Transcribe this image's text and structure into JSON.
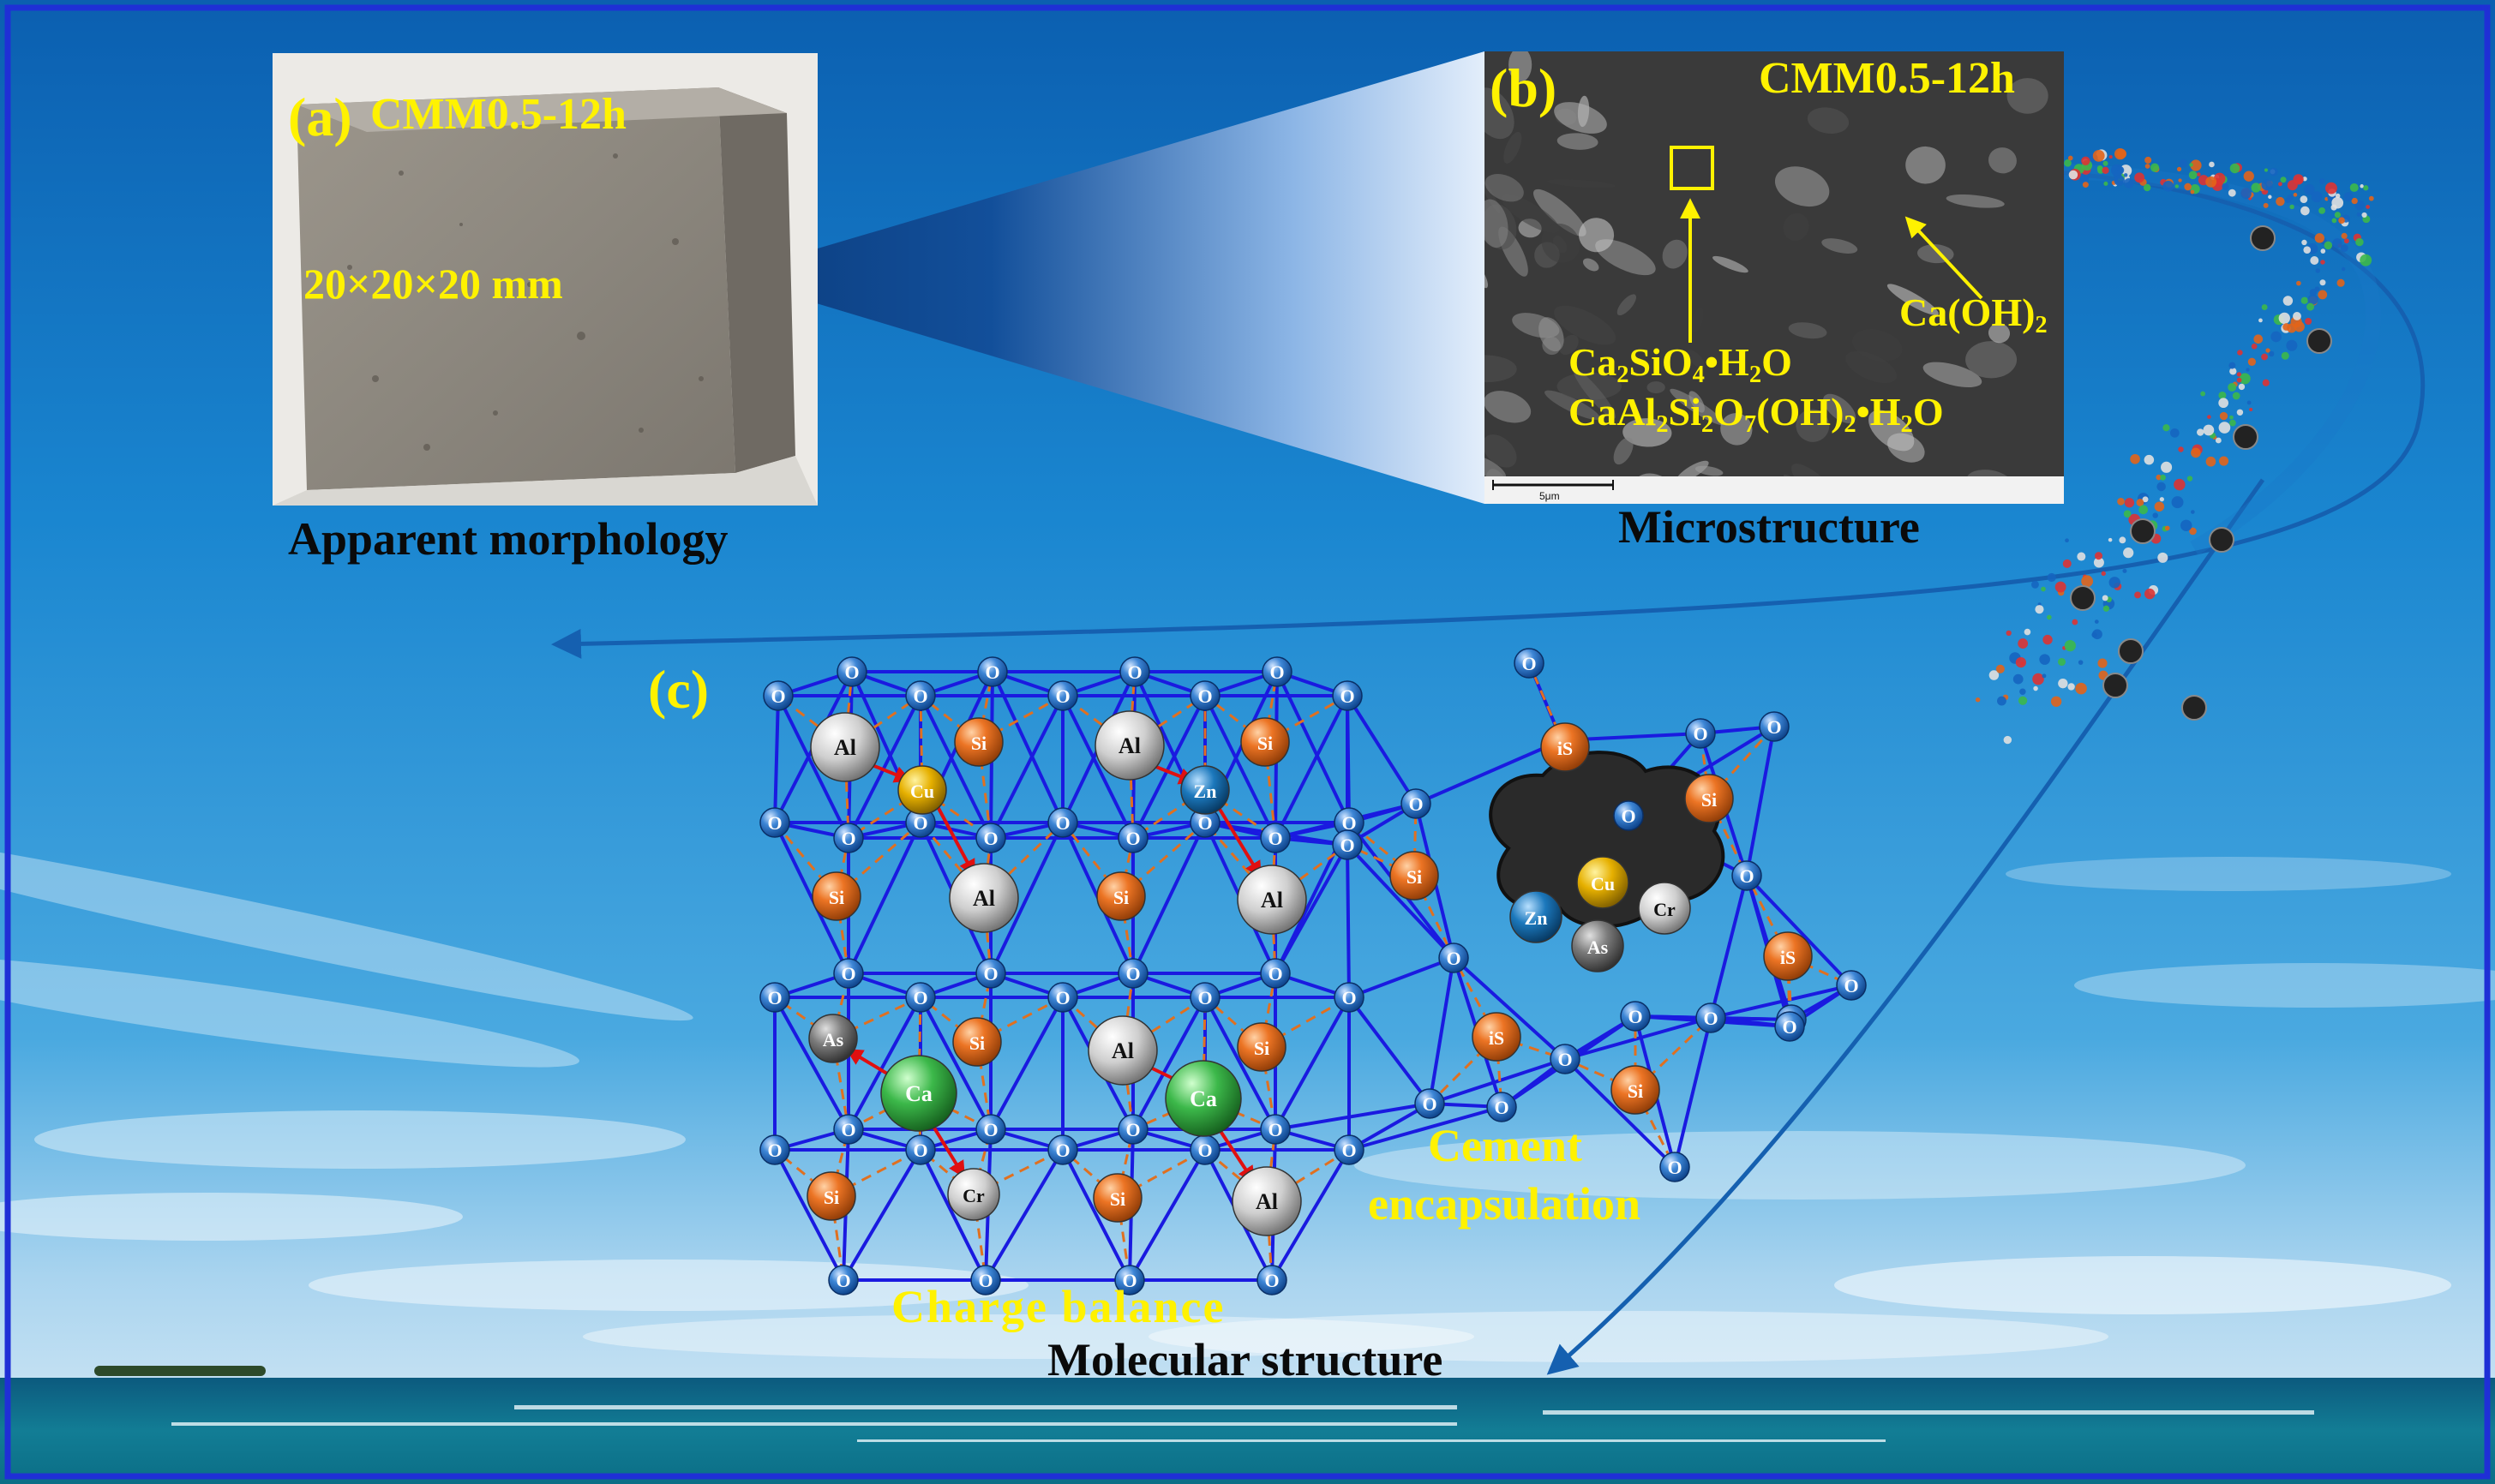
{
  "panel_a": {
    "tag": "(a)",
    "sample": "CMM0.5-12h",
    "dimension": "20×20×20 mm",
    "caption": "Apparent morphology"
  },
  "panel_b": {
    "tag": "(b)",
    "sample": "CMM0.5-12h",
    "scale_bar": "5μm",
    "phase_1_parts": [
      "Ca",
      "2",
      "SiO",
      "4",
      "•H",
      "2",
      "O"
    ],
    "phase_2_parts": [
      "CaAl",
      "2",
      "Si",
      "2",
      "O",
      "7",
      "(OH)",
      "2",
      "•H",
      "2",
      "O"
    ],
    "portlandite_parts": [
      "Ca(OH)",
      "2"
    ],
    "caption": "Microstructure"
  },
  "panel_c": {
    "tag": "(c)",
    "charge_balance": "Charge balance",
    "cement_line_1": "Cement",
    "cement_line_2": "encapsulation",
    "caption": "Molecular structure",
    "atom_labels": {
      "oxygen": "O",
      "silicon": "Si",
      "aluminium": "Al",
      "copper": "Cu",
      "zinc": "Zn",
      "arsenic": "As",
      "calcium": "Ca",
      "chromium": "Cr",
      "silicon_mirrored": "iS"
    }
  },
  "colors": {
    "frame": "#1f2fd6",
    "label_yellow": "#fff200",
    "lattice_bond": "#1a1ae0",
    "dashed_bond": "#e07020",
    "arrow": "#e01010",
    "oxygen": "#1565c0",
    "silicon": "#e2641a",
    "aluminium": "#e0e0e0",
    "copper": "#e6b000",
    "zinc": "#1570b0",
    "arsenic": "#777777",
    "calcium": "#3cb84a",
    "chromium": "#d8d8d8"
  }
}
